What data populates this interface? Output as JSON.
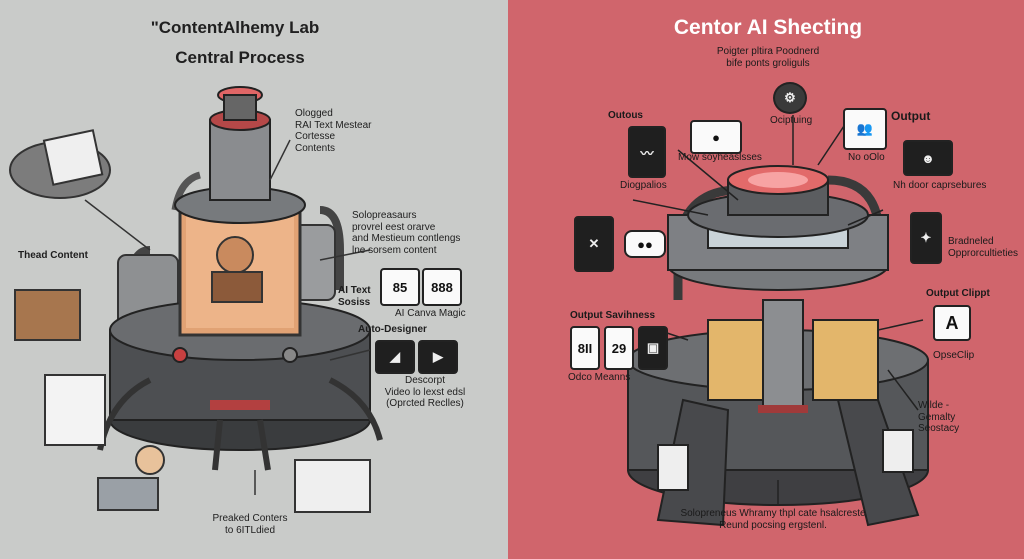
{
  "left": {
    "title_line1": "\"ContentAlhemy Lab",
    "title_line2": "Central Process",
    "labels": {
      "clogged": "Ologged\nRAI Text Mestear\nCortesse\nContents",
      "thead": "Thead Content",
      "solop": "Solopreasaurs\nprovrel eest orarve\nand Mestieum contlengs\nlne sorsem content",
      "aitext": "AI Text\nSosiss",
      "aicanva": "AI Canva Magic",
      "autodesigner": "Auto-Designer",
      "descorpt": "Descorpt\nVideo lo lexst edsl\n(Oprcted Reclles)",
      "preaked": "Preaked Conters\nto 6ITLdied"
    },
    "cards": {
      "aitext_a": "85",
      "aitext_b": "888"
    }
  },
  "right": {
    "title": "Centor AI Shecting",
    "subtitle": "Poigter pltira Poodnerd\nbife ponts groliguls",
    "labels": {
      "outous": "Outous",
      "ociptuing": "Ociptuing",
      "output": "Output",
      "mowsy": "Mow soyheaslsses",
      "noollo": "No oOlo",
      "diogpalios": "Diogpalios",
      "nhdoor": "Nh door caprsebures",
      "bradneled": "Bradneled\nOpprorcultieties",
      "outputsav": "Output Savihness",
      "outputclippt": "Output Clippt",
      "opseclip": "OpseClip",
      "odco": "Odco Meanns",
      "wilde": "Wilde -\nGemalty\nSeostacy",
      "bottom": "Solopreneus Whramy thpl cate hsalcreste\nReund pocsing ergstenl."
    },
    "cards": {
      "a": "A",
      "n1": "8II",
      "n2": "29"
    }
  },
  "colors": {
    "left_bg": "#c9cbc9",
    "right_bg": "#d0656c"
  }
}
